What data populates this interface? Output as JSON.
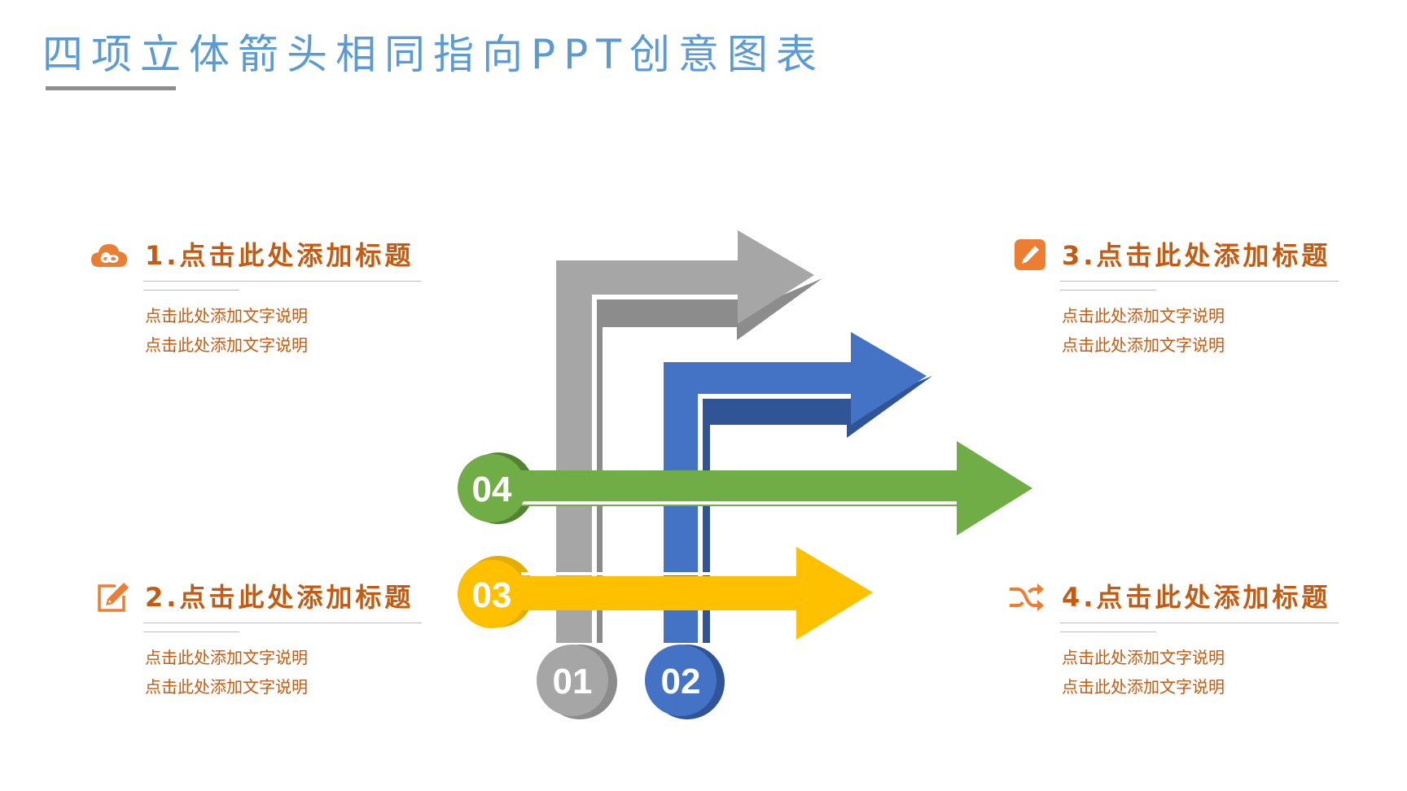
{
  "title": "四项立体箭头相同指向PPT创意图表",
  "diagram": {
    "arrows": [
      {
        "number": "01",
        "color": "#a6a6a6",
        "shadow": "#8c8c8c"
      },
      {
        "number": "02",
        "color": "#4472c4",
        "shadow": "#2f5597"
      },
      {
        "number": "03",
        "color": "#ffc000",
        "shadow": "#e6ac00"
      },
      {
        "number": "04",
        "color": "#70ad47",
        "shadow": "#548235"
      }
    ]
  },
  "blocks": [
    {
      "title": "1.点击此处添加标题",
      "icon": "cloud-link-icon",
      "line1": "点击此处添加文字说明",
      "line2": "点击此处添加文字说明"
    },
    {
      "title": "2.点击此处添加标题",
      "icon": "edit-icon",
      "line1": "点击此处添加文字说明",
      "line2": "点击此处添加文字说明"
    },
    {
      "title": "3.点击此处添加标题",
      "icon": "pencil-square-icon",
      "line1": "点击此处添加文字说明",
      "line2": "点击此处添加文字说明"
    },
    {
      "title": "4.点击此处添加标题",
      "icon": "shuffle-icon",
      "line1": "点击此处添加文字说明",
      "line2": "点击此处添加文字说明"
    }
  ],
  "colors": {
    "accent": "#c55a11",
    "title": "#5b9bd5",
    "icon": "#ed7d31"
  }
}
